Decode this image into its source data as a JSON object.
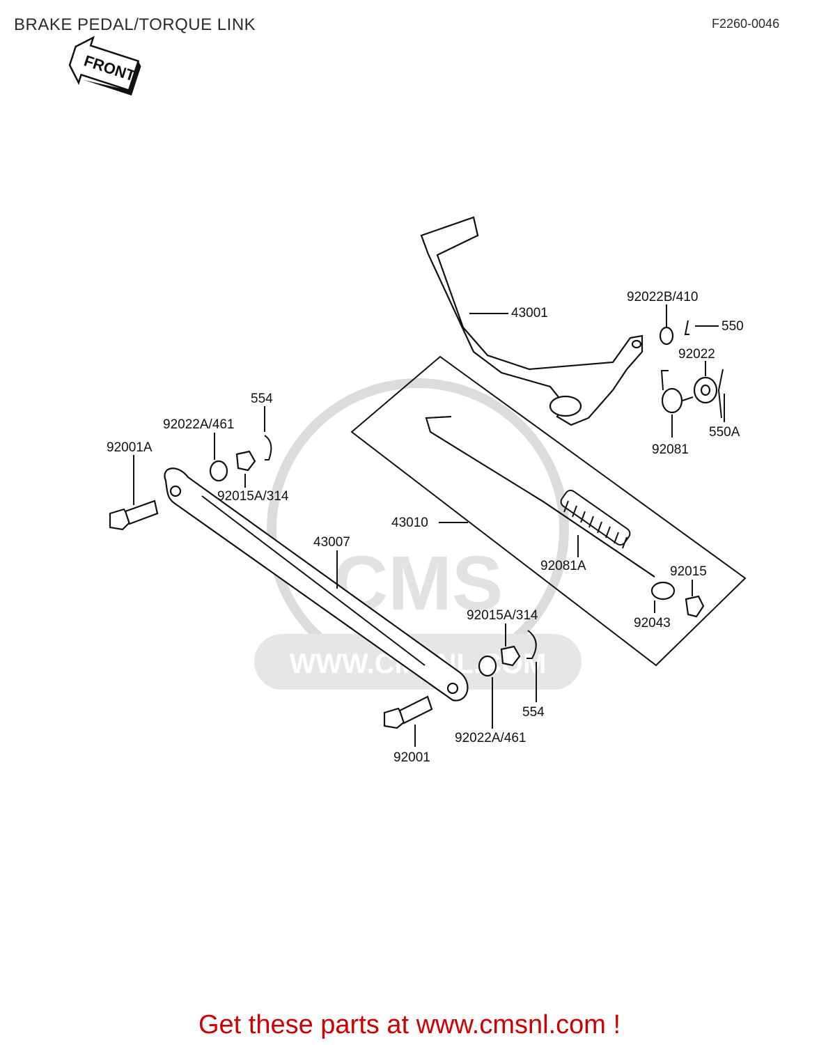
{
  "header": {
    "title": "BRAKE PEDAL/TORQUE LINK",
    "diagram_code": "F2260-0046"
  },
  "front_arrow": {
    "label": "FRONT"
  },
  "watermark": {
    "logo_text": "CMS",
    "url_text": "WWW.CMSNL.COM"
  },
  "parts": {
    "p43001": "43001",
    "p92022B410": "92022B/410",
    "p550": "550",
    "p92022": "92022",
    "p550A": "550A",
    "p92081": "92081",
    "p554_top": "554",
    "p92022A461_top": "92022A/461",
    "p92001A": "92001A",
    "p92015A314_top": "92015A/314",
    "p43010": "43010",
    "p43007": "43007",
    "p92081A": "92081A",
    "p92015": "92015",
    "p92043": "92043",
    "p92015A314_bot": "92015A/314",
    "p554_bot": "554",
    "p92022A461_bot": "92022A/461",
    "p92001": "92001"
  },
  "footer": {
    "text": "Get these parts at www.cmsnl.com !"
  },
  "colors": {
    "footer": "#d00000",
    "ink": "#111111",
    "watermark": "#dcdcdc"
  }
}
